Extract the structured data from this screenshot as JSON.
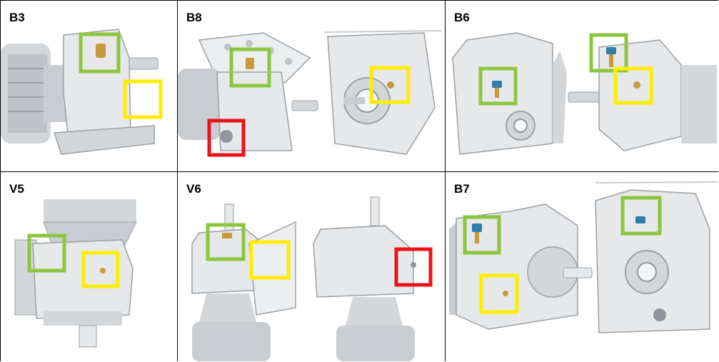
{
  "cells": [
    {
      "label": "B3"
    },
    {
      "label": "B8"
    },
    {
      "label": "B6"
    },
    {
      "label": "V5"
    },
    {
      "label": "V6"
    },
    {
      "label": "B7"
    }
  ],
  "colors": {
    "green_marker": "#8cc63f",
    "yellow_marker": "#ffee00",
    "red_marker": "#e8141c",
    "housing_light": "#e6e8ea",
    "housing_mid": "#c9cdd1",
    "housing_dark": "#8f959b",
    "plug_brass": "#c89a3c",
    "breather_blue": "#2f7fa8"
  }
}
